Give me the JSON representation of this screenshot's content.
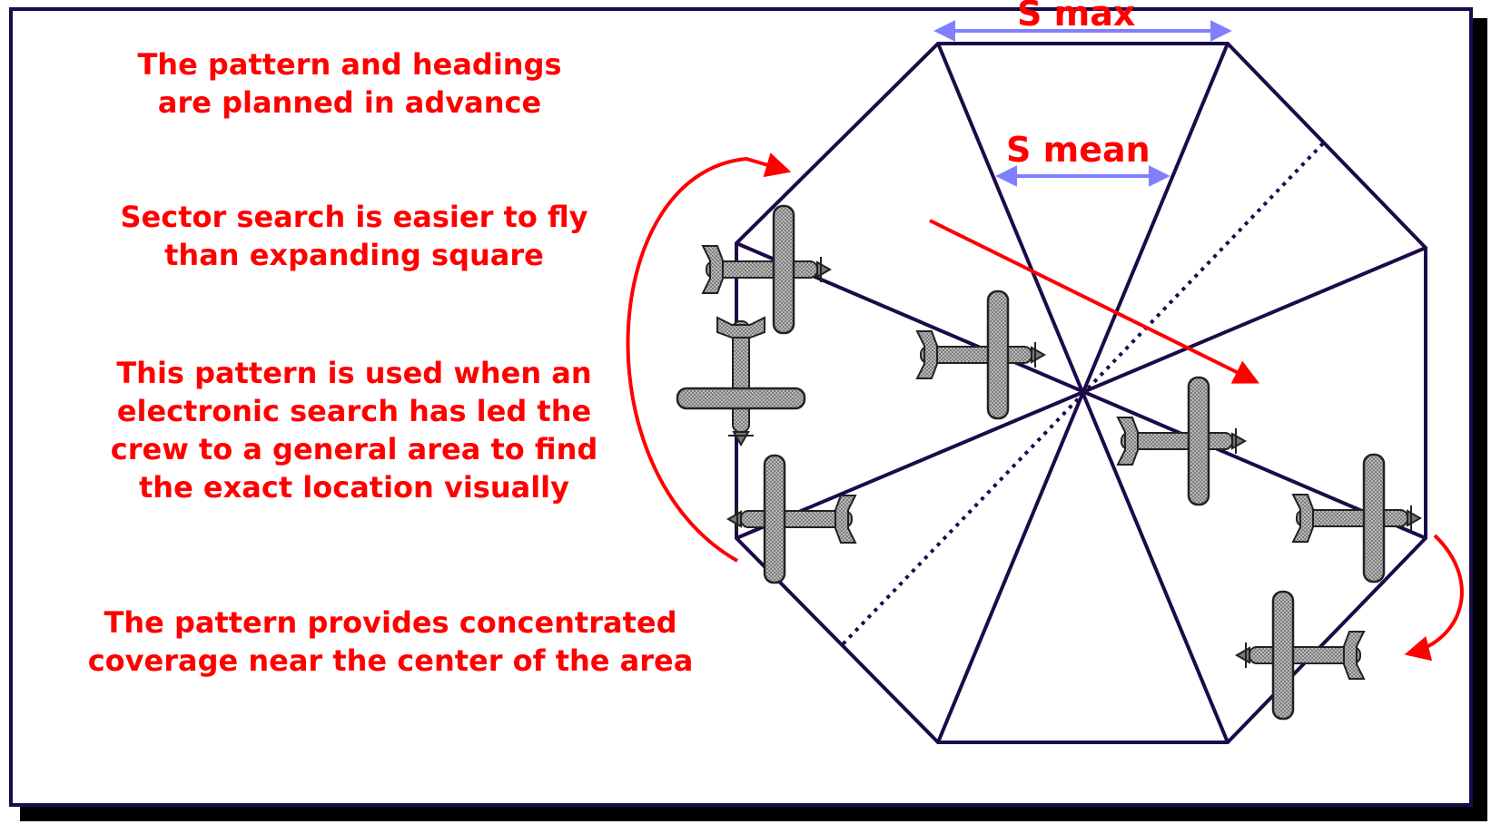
{
  "notes": [
    "The pattern and headings\nare planned in advance",
    "Sector search is easier to fly\nthan expanding square",
    "This pattern is used when an\nelectronic search has led the\ncrew to a general area to find\nthe exact location visually",
    "The pattern provides concentrated\ncoverage near the center of the area"
  ],
  "labels": {
    "s_max": "S  max",
    "s_mean": "S mean"
  },
  "colors": {
    "text": "#ff0000",
    "outline": "#1c0a4a",
    "measure_arrow": "#8080ff",
    "plane_fill": "#a0a0a0"
  },
  "icons": [
    "airplane-icon",
    "curved-arrow-icon",
    "direction-arrow-icon"
  ]
}
